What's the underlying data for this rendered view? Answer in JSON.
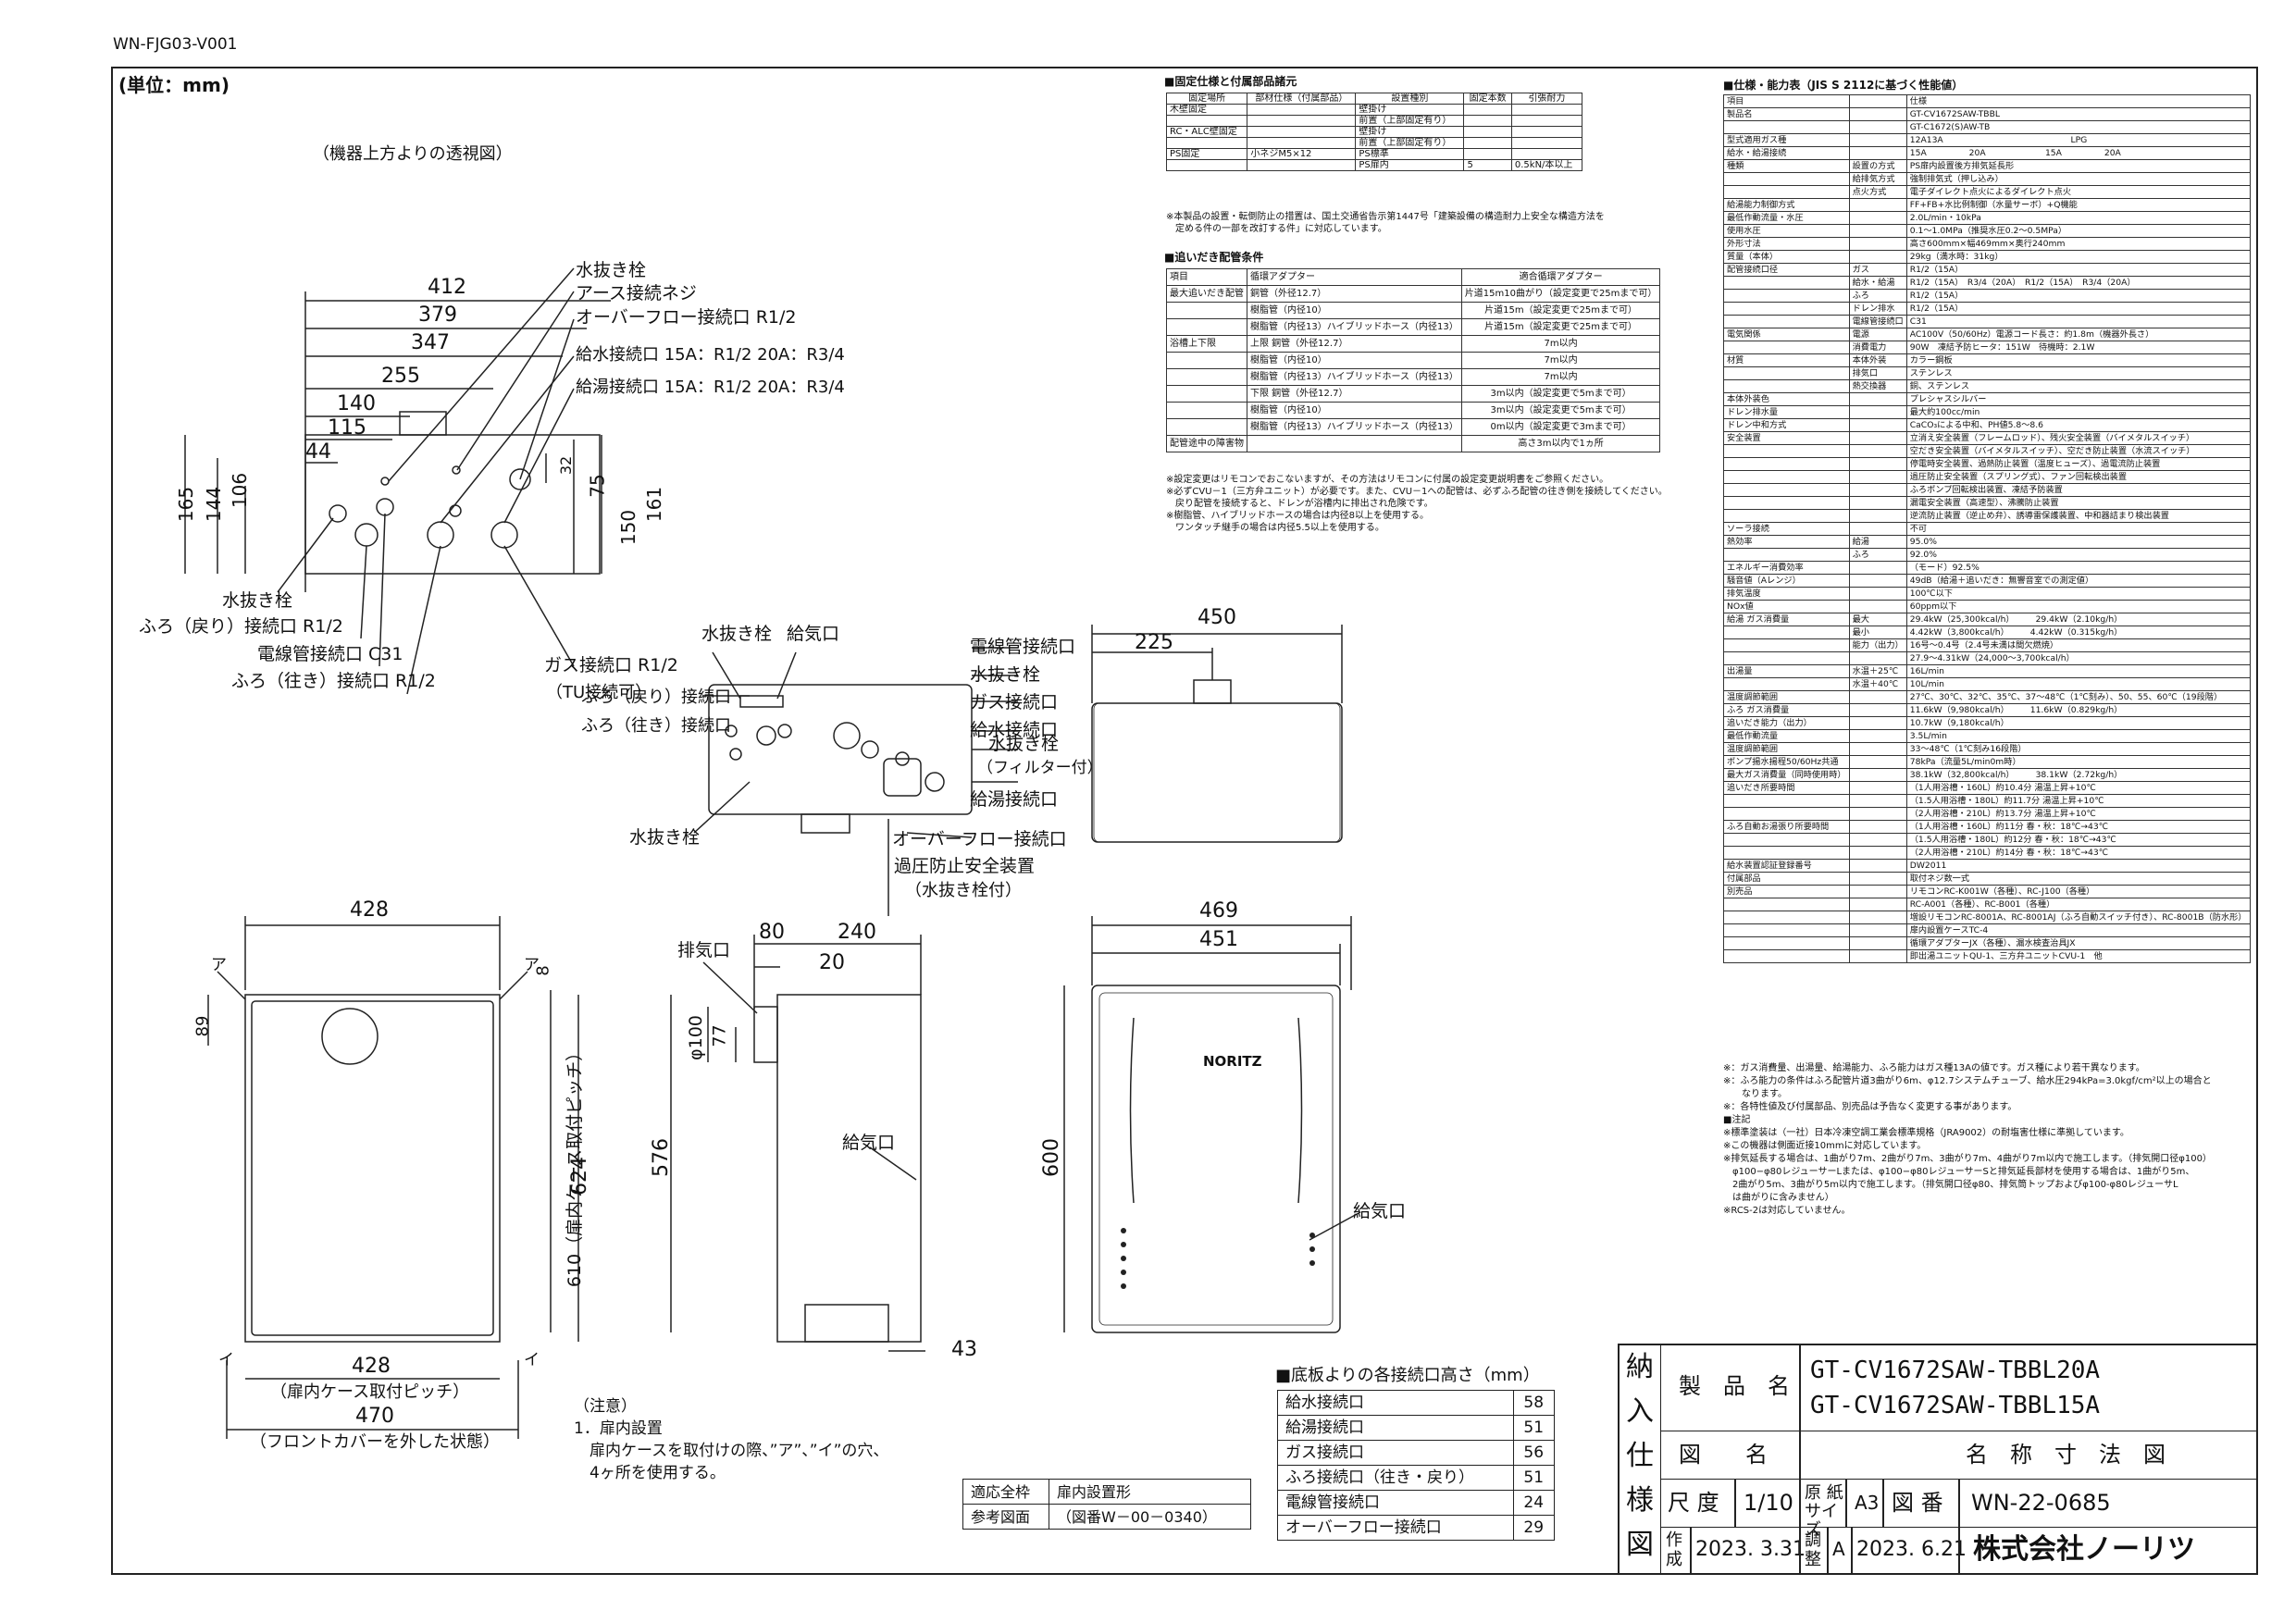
{
  "doc_id": "WN-FJG03-V001",
  "unit": "(単位：mm)",
  "top_view_title": "（機器上方よりの透視図）",
  "top_dims": [
    "412",
    "379",
    "347",
    "255",
    "140",
    "115",
    "44"
  ],
  "top_vdims": [
    "165",
    "144",
    "106",
    "32",
    "75",
    "150",
    "161"
  ],
  "top_labels": [
    "水抜き栓",
    "アース接続ネジ",
    "オーバーフロー接続口 R1/2",
    "給水接続口 15A：R1/2 20A：R3/4",
    "給湯接続口 15A：R1/2 20A：R3/4"
  ],
  "top_bottom_labels": [
    "水抜き栓",
    "ふろ（戻り）接続口 R1/2",
    "電線管接続口 C31",
    "ふろ（往き）接続口 R1/2"
  ],
  "gas_label": "ガス接続口 R1/2",
  "gas_sub": "（TU接続可）",
  "iso_labels_left": [
    "水抜き栓",
    "給気口",
    "ふろ（戻り）接続口",
    "ふろ（往き）接続口",
    "水抜き栓"
  ],
  "iso_labels_right": [
    "電線管接続口",
    "水抜き栓",
    "ガス接続口",
    "給水接続口",
    "水抜き栓",
    "（フィルター付）",
    "給湯接続口",
    "オーバーフロー接続口",
    "過圧防止安全装置",
    "（水抜き栓付）"
  ],
  "side_top_dims": [
    "450",
    "225"
  ],
  "front": {
    "w": "428",
    "a": "ア",
    "i": "イ",
    "h89": "89",
    "h8": "8",
    "pitch_v": "624",
    "case_v": "610（扉内ケース取付ピッチ）",
    "pitch_h": "428",
    "pitch_label": "（扉内ケース取付ピッチ）",
    "w470": "470",
    "cover": "（フロントカバーを外した状態）"
  },
  "side": {
    "d80": "80",
    "d240": "240",
    "d20": "20",
    "exhaust": "排気口",
    "phi": "φ100",
    "d77": "77",
    "h576": "576",
    "intake": "給気口",
    "d43": "43"
  },
  "front2": {
    "w469": "469",
    "w451": "451",
    "h600": "600",
    "intake": "給気口",
    "brand": "NORITZ"
  },
  "notes": [
    "（注意）",
    "1．扉内設置",
    "　扉内ケースを取付けの際、”ア”、”イ”の穴、",
    "　4ヶ所を使用する。"
  ],
  "ref_table": [
    [
      "適応全枠",
      "扉内設置形"
    ],
    [
      "参考図面",
      "（図番W－00－0340）"
    ]
  ],
  "bottom_heights": {
    "title": "■底板よりの各接続口高さ（mm）",
    "rows": [
      [
        "給水接続口",
        "58"
      ],
      [
        "給湯接続口",
        "51"
      ],
      [
        "ガス接続口",
        "56"
      ],
      [
        "ふろ接続口（往き・戻り）",
        "51"
      ],
      [
        "電線管接続口",
        "24"
      ],
      [
        "オーバーフロー接続口",
        "29"
      ]
    ]
  },
  "fixing": {
    "title": "■固定仕様と付属部品諸元",
    "head": [
      "固定場所",
      "部材仕様（付属部品）",
      "設置種別",
      "固定本数",
      "引張耐力"
    ],
    "rows": [
      [
        "木壁固定",
        "",
        "壁掛け",
        "",
        ""
      ],
      [
        "",
        "",
        "前置（上部固定有り）",
        "",
        ""
      ],
      [
        "RC・ALC壁固定",
        "",
        "壁掛け",
        "",
        ""
      ],
      [
        "",
        "",
        "前置（上部固定有り）",
        "",
        ""
      ],
      [
        "PS固定",
        "小ネジM5×12",
        "PS標準",
        "",
        ""
      ],
      [
        "",
        "",
        "PS扉内",
        "5",
        "0.5kN/本以上"
      ]
    ],
    "notes": [
      "※本製品の設置・転倒防止の措置は、国土交通省告示第1447号「建築設備の構造耐力上安全な構造方法を",
      "　定める件の一部を改訂する件」に対応しています。"
    ]
  },
  "piping": {
    "title": "■追いだき配管条件",
    "rows": [
      [
        "項目",
        "循環アダプター",
        "適合循環アダプター"
      ],
      [
        "最大追いだき配管",
        "銅管（外径12.7）",
        "片道15m10曲がり（設定変更で25mまで可）"
      ],
      [
        "",
        "樹脂管（内径10）",
        "片道15m（設定変更で25mまで可）"
      ],
      [
        "",
        "樹脂管（内径13）ハイブリッドホース（内径13）",
        "片道15m（設定変更で25mまで可）"
      ],
      [
        "浴槽上下限",
        "上限 銅管（外径12.7）",
        "7m以内"
      ],
      [
        "",
        "樹脂管（内径10）",
        "7m以内"
      ],
      [
        "",
        "樹脂管（内径13）ハイブリッドホース（内径13）",
        "7m以内"
      ],
      [
        "",
        "下限 銅管（外径12.7）",
        "3m以内（設定変更で5mまで可）"
      ],
      [
        "",
        "樹脂管（内径10）",
        "3m以内（設定変更で5mまで可）"
      ],
      [
        "",
        "樹脂管（内径13）ハイブリッドホース（内径13）",
        "0m以内（設定変更で3mまで可）"
      ],
      [
        "配管途中の障害物",
        "",
        "高さ3m以内で1ヵ所"
      ]
    ],
    "notes": [
      "※設定変更はリモコンでおこないますが、その方法はリモコンに付属の設定変更説明書をご参照ください。",
      "※必ずCVU－1（三方弁ユニット）が必要です。また、CVU－1への配管は、必ずふろ配管の往き側を接続してください。",
      "　戻り配管を接続すると、ドレンが浴槽内に排出され危険です。",
      "※樹脂管、ハイブリッドホースの場合は内径8以上を使用する。",
      "　ワンタッチ継手の場合は内径5.5以上を使用する。"
    ]
  },
  "spec": {
    "title": "■仕様・能力表（JIS S 2112に基づく性能値）",
    "rows": [
      [
        "項目",
        "",
        "仕様"
      ],
      [
        "製品名",
        "",
        "GT-CV1672SAW-TBBL"
      ],
      [
        "",
        "",
        "GT-C1672(S)AW-TB"
      ],
      [
        "型式適用ガス種",
        "",
        "12A13A　　　　　　　　　　　　　　　LPG"
      ],
      [
        "給水・給湯接続",
        "",
        "15A　　　　　20A　　　　　　　15A　　　　　20A"
      ],
      [
        "種類",
        "設置の方式",
        "PS扉内設置後方排気延長形"
      ],
      [
        "",
        "給排気方式",
        "強制排気式（押し込み）"
      ],
      [
        "",
        "点火方式",
        "電子ダイレクト点火によるダイレクト点火"
      ],
      [
        "給湯能力制御方式",
        "",
        "FF+FB+水比例制御（水量サーボ）+Q機能"
      ],
      [
        "最低作動流量・水圧",
        "",
        "2.0L/min・10kPa"
      ],
      [
        "使用水圧",
        "",
        "0.1〜1.0MPa（推奨水圧0.2〜0.5MPa）"
      ],
      [
        "外形寸法",
        "",
        "高さ600mm×幅469mm×奥行240mm"
      ],
      [
        "質量（本体）",
        "",
        "29kg（満水時：31kg）"
      ],
      [
        "配管接続口径",
        "ガス",
        "R1/2（15A）"
      ],
      [
        "",
        "給水・給湯",
        "R1/2（15A）　R3/4（20A）　R1/2（15A）　R3/4（20A）"
      ],
      [
        "",
        "ふろ",
        "R1/2（15A）"
      ],
      [
        "",
        "ドレン排水",
        "R1/2（15A）"
      ],
      [
        "",
        "電線管接続口",
        "C31"
      ],
      [
        "電気関係",
        "電源",
        "AC100V（50/60Hz）電源コード長さ：約1.8m（機器外長さ）"
      ],
      [
        "",
        "消費電力",
        "90W　凍結予防ヒータ：151W　待機時：2.1W"
      ],
      [
        "材質",
        "本体外装",
        "カラー鋼板"
      ],
      [
        "",
        "排気口",
        "ステンレス"
      ],
      [
        "",
        "熱交換器",
        "銅、ステンレス"
      ],
      [
        "本体外装色",
        "",
        "プレシャスシルバー"
      ],
      [
        "ドレン排水量",
        "",
        "最大約100cc/min"
      ],
      [
        "ドレン中和方式",
        "",
        "CaCO₃による中和、PH値5.8〜8.6"
      ],
      [
        "安全装置",
        "",
        "立消え安全装置（フレームロッド）、残火安全装置（バイメタルスイッチ）"
      ],
      [
        "",
        "",
        "空だき安全装置（バイメタルスイッチ）、空だき防止装置（水流スイッチ）"
      ],
      [
        "",
        "",
        "停電時安全装置、過熱防止装置（温度ヒューズ）、過電流防止装置"
      ],
      [
        "",
        "",
        "過圧防止安全装置（スプリング式）、ファン回転検出装置"
      ],
      [
        "",
        "",
        "ふろポンプ回転検出装置、凍結予防装置"
      ],
      [
        "",
        "",
        "漏電安全装置（高速型）、沸騰防止装置"
      ],
      [
        "",
        "",
        "逆流防止装置（逆止め弁）、誘導雷保護装置、中和器詰まり検出装置"
      ],
      [
        "ソーラ接続",
        "",
        "不可"
      ],
      [
        "熱効率",
        "給湯",
        "95.0%"
      ],
      [
        "",
        "ふろ",
        "92.0%"
      ],
      [
        "エネルギー消費効率",
        "",
        "（モード）92.5%"
      ],
      [
        "騒音値（Aレンジ）",
        "",
        "49dB（給湯＋追いだき：無響音室での測定値）"
      ],
      [
        "排気温度",
        "",
        "100℃以下"
      ],
      [
        "NOx値",
        "",
        "60ppm以下"
      ],
      [
        "給湯 ガス消費量",
        "最大",
        "29.4kW（25,300kcal/h）　　　29.4kW（2.10kg/h）"
      ],
      [
        "",
        "最小",
        "4.42kW（3,800kcal/h）　　　4.42kW（0.315kg/h）"
      ],
      [
        "",
        "能力（出力）",
        "16号〜0.4号（2.4号未満は間欠燃焼）"
      ],
      [
        "",
        "",
        "27.9〜4.31kW（24,000〜3,700kcal/h）"
      ],
      [
        "出湯量",
        "水温＋25℃",
        "16L/min"
      ],
      [
        "",
        "水温＋40℃",
        "10L/min"
      ],
      [
        "温度調節範囲",
        "",
        "27℃、30℃、32℃、35℃、37〜48℃（1℃刻み）、50、55、60℃（19段階）"
      ],
      [
        "ふろ ガス消費量",
        "",
        "11.6kW（9,980kcal/h）　　　11.6kW（0.829kg/h）"
      ],
      [
        "追いだき能力（出力）",
        "",
        "10.7kW（9,180kcal/h）"
      ],
      [
        "最低作動流量",
        "",
        "3.5L/min"
      ],
      [
        "温度調節範囲",
        "",
        "33〜48℃（1℃刻み16段階）"
      ],
      [
        "ポンプ揚水揚程50/60Hz共通",
        "",
        "78kPa（流量5L/min0m時）"
      ],
      [
        "最大ガス消費量（同時使用時）",
        "",
        "38.1kW（32,800kcal/h）　　　38.1kW（2.72kg/h）"
      ],
      [
        "追いだき所要時間",
        "",
        "（1人用浴槽・160L）約10.4分 湯温上昇+10℃"
      ],
      [
        "",
        "",
        "（1.5人用浴槽・180L）約11.7分 湯温上昇+10℃"
      ],
      [
        "",
        "",
        "（2人用浴槽・210L）約13.7分 湯温上昇+10℃"
      ],
      [
        "ふろ自動お湯張り所要時間",
        "",
        "（1人用浴槽・160L）約11分 春・秋：18℃→43℃"
      ],
      [
        "",
        "",
        "（1.5人用浴槽・180L）約12分 春・秋：18℃→43℃"
      ],
      [
        "",
        "",
        "（2人用浴槽・210L）約14分 春・秋：18℃→43℃"
      ],
      [
        "給水装置認証登録番号",
        "",
        "DW2011"
      ],
      [
        "付属部品",
        "",
        "取付ネジ数一式"
      ],
      [
        "別売品",
        "",
        "リモコンRC-K001W（各種）、RC-J100（各種）"
      ],
      [
        "",
        "",
        "RC-A001（各種）、RC-B001（各種）"
      ],
      [
        "",
        "",
        "増設リモコンRC-8001A、RC-8001AJ（ふろ自動スイッチ付き）、RC-8001B（防水形）"
      ],
      [
        "",
        "",
        "扉内設置ケースTC-4"
      ],
      [
        "",
        "",
        "循環アダプターJX（各種）、漏水検査治具JX"
      ],
      [
        "",
        "",
        "即出湯ユニットQU-1、三方弁ユニットCVU-1　他"
      ]
    ],
    "notes": [
      "※：ガス消費量、出湯量、給湯能力、ふろ能力はガス種13Aの値です。ガス種により若干異なります。",
      "※：ふろ能力の条件はふろ配管片道3曲がり6m、φ12.7システムチューブ、給水圧294kPa=3.0kgf/cm²以上の場合と",
      "　　なります。",
      "※：各特性値及び付属部品、別売品は予告なく変更する事があります。",
      "■注記",
      "※標準塗装は（一社）日本冷凍空調工業会標準規格（JRA9002）の耐塩害仕様に準拠しています。",
      "※この機器は側面近接10mmに対応しています。",
      "※排気延長する場合は、1曲がり7m、2曲がり7m、3曲がり7m、4曲がり7m以内で施工します。（排気開口径φ100）",
      "　φ100−φ80レジューサーLまたは、φ100−φ80レジューサーSと排気延長部材を使用する場合は、1曲がり5m、",
      "　2曲がり5m、3曲がり5m以内で施工します。（排気開口径φ80、排気筒トップおよびφ100-φ80レジューサL",
      "　は曲がりに含みません）",
      "※RCS-2は対応していません。"
    ]
  },
  "title_block": {
    "side": [
      "納",
      "入",
      "仕",
      "様",
      "図"
    ],
    "product_label": "製　品　名",
    "products": [
      "GT-CV1672SAW-TBBL20A",
      "GT-CV1672SAW-TBBL15A"
    ],
    "drawing_label": "図　　名",
    "drawing_name": "名　称　寸　法　図",
    "scale_label": "尺 度",
    "scale": "1/10",
    "paper_label": "原 紙 サイズ",
    "paper": "A3",
    "number_label": "図 番",
    "number": "WN-22-0685",
    "made_label": "作 成",
    "made_date": "2023. 3.31",
    "adj_label": "調 整",
    "adj_rev": "A",
    "adj_date": "2023. 6.21",
    "company": "株式会社ノーリツ"
  }
}
